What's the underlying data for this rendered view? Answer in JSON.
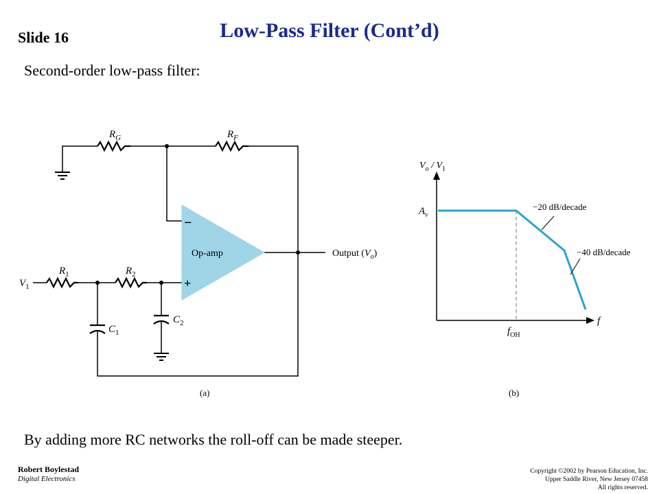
{
  "slide": {
    "number_label": "Slide 16",
    "title": "Low-Pass Filter (Cont’d)"
  },
  "subtitle": "Second-order low-pass filter:",
  "bottom_text": "By adding more RC networks the roll-off can be made steeper.",
  "footer": {
    "author": "Robert Boylestad",
    "book": "Digital Electronics",
    "copyright_lines": [
      "Copyright ©2002 by Pearson Education, Inc.",
      "Upper Saddle River, New Jersey 07458",
      "All rights reserved."
    ]
  },
  "circuit": {
    "label_RG": {
      "main": "R",
      "sub": "G"
    },
    "label_RF": {
      "main": "R",
      "sub": "F"
    },
    "label_R1": {
      "main": "R",
      "sub": "1"
    },
    "label_R2": {
      "main": "R",
      "sub": "2"
    },
    "label_C1": {
      "main": "C",
      "sub": "1"
    },
    "label_C2": {
      "main": "C",
      "sub": "2"
    },
    "label_V1": {
      "main": "V",
      "sub": "1"
    },
    "opamp_label": "Op-amp",
    "minus": "−",
    "plus": "+",
    "output_prefix": "Output (",
    "output_var": "V",
    "output_sub": "o",
    "output_suffix": ")",
    "caption": "(a)"
  },
  "response": {
    "yaxis_a": "V",
    "yaxis_a_sub": "o",
    "yaxis_mid": " / V",
    "yaxis_b_sub": "1",
    "gain": "A",
    "gain_sub": "v",
    "fcut": "f",
    "fcut_sub": "OH",
    "xaxis": "f",
    "slope1": "−20 dB/decade",
    "slope2": "−40 dB/decade",
    "caption": "(b)"
  },
  "colors": {
    "title": "#1a2a8f",
    "opamp_fill": "#9fd5e6",
    "response_line": "#2aa3d0"
  }
}
